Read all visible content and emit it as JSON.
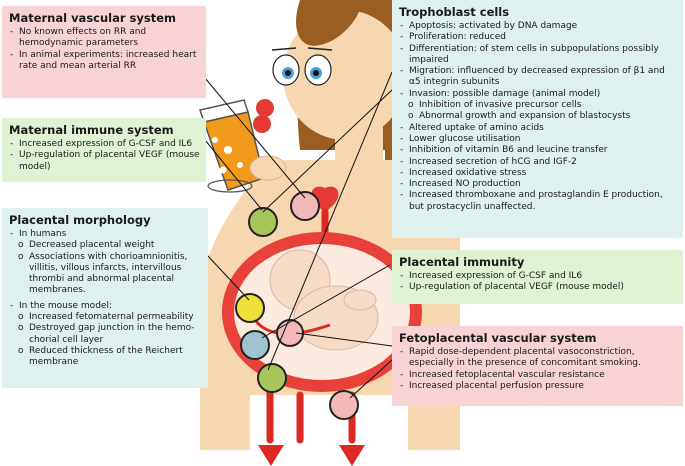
{
  "maternal_vascular": {
    "title": "Maternal vascular system",
    "items": [
      "No known effects on RR and hemodynamic parameters",
      "In animal experiments: increased heart rate and mean arterial RR"
    ]
  },
  "maternal_immune": {
    "title": "Maternal immune system",
    "items": [
      "Increased expression of G-CSF and IL6",
      "Up-regulation of placental VEGF (mouse model)"
    ]
  },
  "placental_morphology": {
    "title": "Placental morphology",
    "humans_label": "In humans",
    "humans_items": [
      "Decreased placental weight",
      "Associations with chorioamnionitis, villitis, villous infarcts, intervillous thrombi and abnormal placental membranes."
    ],
    "mouse_label": "In the mouse model:",
    "mouse_items": [
      "Increased fetomaternal permeability",
      "Destroyed gap junction in the hemo-chorial cell layer",
      "Reduced thickness of the Reichert membrane"
    ]
  },
  "trophoblast": {
    "title": "Trophoblast cells",
    "items": [
      "Apoptosis: activated by DNA damage",
      "Proliferation: reduced",
      "Differentiation: of stem cells in subpopulations possibly impaired",
      "Migration: influenced by decreased expression of β1 and α5 integrin subunits",
      "Invasion: possible damage (animal model)"
    ],
    "invasion_subitems": [
      "Inhibition of invasive precursor cells",
      "Abnormal growth and expansion of blastocysts"
    ],
    "items_after": [
      "Altered uptake of amino acids",
      "Lower glucose utilisation",
      "Inhibition of vitamin B6 and leucine transfer",
      "Increased secretion of hCG and IGF-2",
      "Increased oxidative stress",
      "Increased NO production",
      "Increased thromboxane and prostaglandin E production, but prostacyclin unaffected."
    ]
  },
  "placental_immunity": {
    "title": "Placental immunity",
    "items": [
      "Increased expression of G-CSF and IL6",
      "Up-regulation of placental VEGF (mouse model)"
    ]
  },
  "fetoplacental": {
    "title": "Fetoplacental vascular system",
    "items": [
      "Rapid dose-dependent placental vasoconstriction, especially in the presence of concomitant smoking.",
      "Increased fetoplacental vascular resistance",
      "Increased placental perfusion pressure"
    ]
  },
  "colors": {
    "pink_panel": "#f8d3d6",
    "green_panel": "#dff2d3",
    "teal_panel": "#dff1ef",
    "hair": "#9a5d22",
    "skin": "#f6d7b0",
    "uterus": "#e8413a",
    "vessels": "#dc2a22",
    "drink": "#f19a1c"
  }
}
